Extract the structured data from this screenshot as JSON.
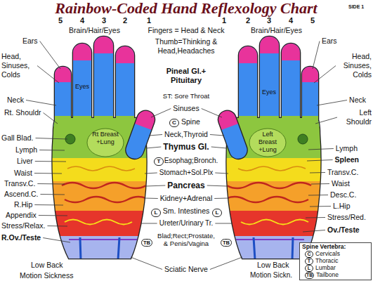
{
  "diagram": {
    "title": "Rainbow-Coded Hand Reflexology Chart",
    "nodes": [
      {
        "text": [
          "Spine Vertebra:",
          "C",
          "Cervicals",
          "T",
          "Thoracic",
          "L",
          "Lumbar",
          "TB",
          "Tailbone"
        ]
      }
    ],
    "labels": [
      "5",
      "4",
      "3",
      "2",
      "1",
      "Brain/Hair/Eyes",
      "Fingers = Head & Neck",
      "1",
      "2",
      "3",
      "4",
      "5",
      "Brain/Hair/Eyes",
      "SIDE 1",
      "Ears",
      "Head, Sinuses, Colds",
      "Neck",
      "Rt. Shouldr",
      "Gall Blad.",
      "Lymph",
      "Liver",
      "Waist",
      "Transv.C.",
      "Ascend.C.",
      "R.Hip",
      "Appendix",
      "Stress/Relax.",
      "R.Ov./Teste",
      "Low Back",
      "Motion Sickness",
      "Thumb=Thinking & Head,Headaches",
      "Pineal Gl.+ Pituitary",
      "ST: Sore Throat",
      "Sinuses",
      "C",
      "Spine",
      "Neck,Thyroid",
      "Thymus Gl.",
      "T",
      "Esophag;Bronch.",
      "Stomach+Sol.Plx",
      "Pancreas",
      "Kidney+Adrenal",
      "Sm. Intestines",
      "L",
      "L",
      "Ureter/Urinary Tr.",
      "TB",
      "TB",
      "Blad;Rect;Prostate, & Penis/Vagina",
      "Sciatic Nerve",
      "Ears",
      "Head, Sinuses, Colds",
      "Neck",
      "Left Shouldr",
      "Lymph",
      "Spleen",
      "Transv.C.",
      "Waist",
      "Desc.C.",
      "L.Hip",
      "Stress/Red.",
      "Ov./Teste",
      "Low Back",
      "Motion Sickn.",
      "Eyes",
      "Eyes",
      "Rt Breast +Lung",
      "Left Breast +Lung"
    ]
  }
}
